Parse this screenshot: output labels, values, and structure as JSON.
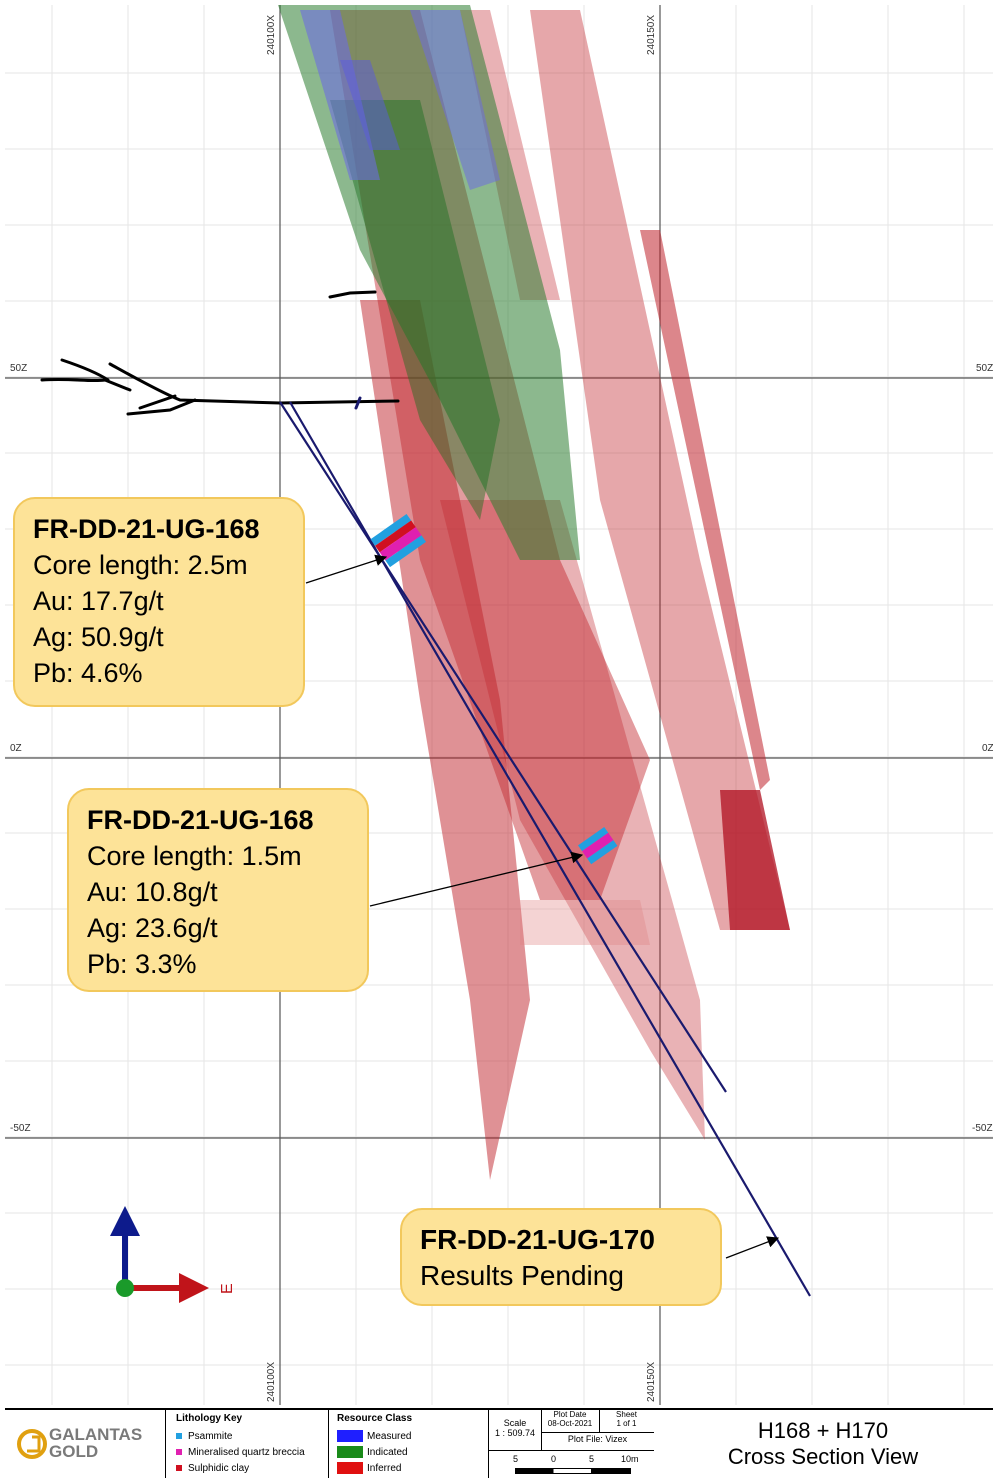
{
  "grid": {
    "easting_top": [
      "240100X",
      "240150X"
    ],
    "easting_bottom": [
      "240100X",
      "240150X"
    ],
    "elevation_left": [
      "50Z",
      "0Z",
      "-50Z"
    ],
    "elevation_right": [
      "50Z",
      "0Z",
      "-50Z"
    ]
  },
  "callouts": [
    {
      "hole": "FR-DD-21-UG-168",
      "lines": [
        "Core length: 2.5m",
        "Au: 17.7g/t",
        "Ag: 50.9g/t",
        "Pb: 4.6%"
      ]
    },
    {
      "hole": "FR-DD-21-UG-168",
      "lines": [
        "Core length: 1.5m",
        "Au: 10.8g/t",
        "Ag: 23.6g/t",
        "Pb: 3.3%"
      ]
    },
    {
      "hole": "FR-DD-21-UG-170",
      "lines": [
        "Results Pending"
      ]
    }
  ],
  "orientation": {
    "east_label": "E"
  },
  "colors": {
    "measured": "#1f1fff",
    "indicated": "#1a8a1a",
    "inferred": "#e01010",
    "psammite": "#22a0e0",
    "breccia": "#e020b0",
    "sulphidic": "#d01020",
    "drillhole": "#1a1a6e"
  },
  "titleblock": {
    "logo": "GALANTAS GOLD",
    "lithology_title": "Lithology Key",
    "lithology": [
      "Psammite",
      "Mineralised quartz breccia",
      "Sulphidic clay"
    ],
    "resource_title": "Resource Class",
    "resource": [
      "Measured",
      "Indicated",
      "Inferred"
    ],
    "scale_label": "Scale",
    "scale_value": "1 : 509.74",
    "plot_date_label": "Plot Date",
    "plot_date": "08-Oct-2021",
    "sheet_label": "Sheet",
    "sheet_value": "1 of 1",
    "plot_file": "Plot File: Vizex",
    "scalebar": [
      "5",
      "0",
      "5",
      "10m"
    ],
    "title_line1": "H168 + H170",
    "title_line2": "Cross Section View"
  }
}
